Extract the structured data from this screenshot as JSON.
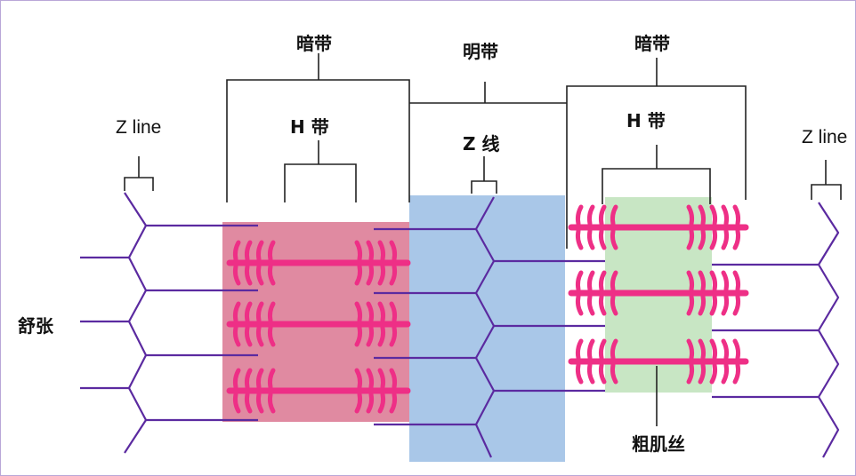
{
  "labels": {
    "dark_band_left": "暗带",
    "dark_band_right": "暗带",
    "light_band": "明带",
    "h_band_left": "H 带",
    "h_band_right": "H 带",
    "z_line_center": "Z 线",
    "z_line_left": "Z line",
    "z_line_right": "Z line",
    "relaxed": "舒张",
    "thick_filament": "粗肌丝"
  },
  "colors": {
    "dark_band_fill": "#e08aa1",
    "light_band_fill": "#a9c7e8",
    "h_zone_fill": "#c8e6c4",
    "thick_filament": "#ee2f86",
    "thin_filament": "#5b2aa0",
    "bracket": "#222222",
    "frame": "#b9a7d8"
  }
}
